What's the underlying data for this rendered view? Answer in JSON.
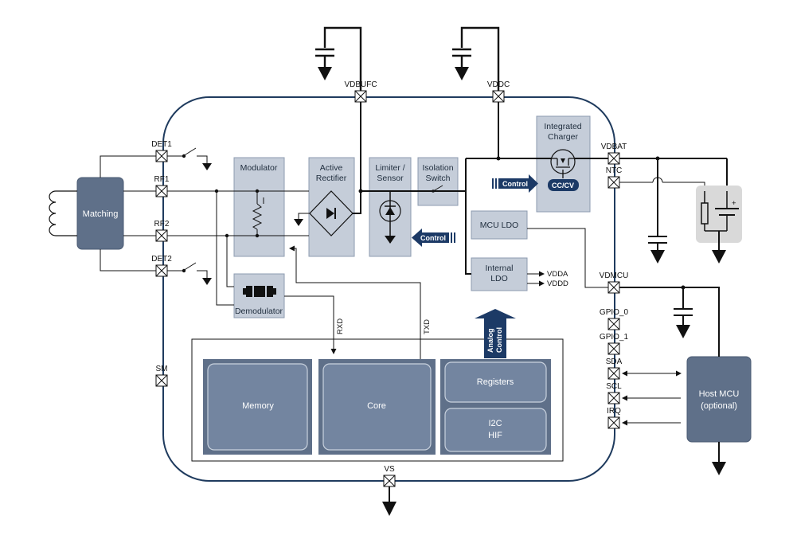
{
  "pins": {
    "vdbufc": "VDBUFC",
    "vddc": "VDDC",
    "det1": "DET1",
    "rf1": "RF1",
    "rf2": "RF2",
    "det2": "DET2",
    "sm": "SM",
    "vs": "VS",
    "vdbat": "VDBAT",
    "ntc": "NTC",
    "vdmcu": "VDMCU",
    "gpio0": "GPIO_0",
    "gpio1": "GPIO_1",
    "sda": "SDA",
    "scl": "SCL",
    "irq": "IRQ"
  },
  "blocks": {
    "matching": "Matching",
    "modulator": "Modulator",
    "rectifier_l1": "Active",
    "rectifier_l2": "Rectifier",
    "limiter_l1": "Limiter /",
    "limiter_l2": "Sensor",
    "isolation_l1": "Isolation",
    "isolation_l2": "Switch",
    "charger_l1": "Integrated",
    "charger_l2": "Charger",
    "cccv": "CC/CV",
    "mcu_ldo": "MCU LDO",
    "internal_ldo_l1": "Internal",
    "internal_ldo_l2": "LDO",
    "demodulator": "Demodulator",
    "memory": "Memory",
    "core": "Core",
    "registers": "Registers",
    "i2c_l1": "I2C",
    "i2c_l2": "HIF",
    "host_mcu_l1": "Host MCU",
    "host_mcu_l2": "(optional)"
  },
  "signals": {
    "control1": "Control",
    "control2": "Control",
    "vdda": "VDDA",
    "vddd": "VDDD",
    "rxd": "RXD",
    "txd": "TXD",
    "analog_l1": "Analog",
    "analog_l2": "Control",
    "battery_plus": "+"
  },
  "colors": {
    "block_fill": "#c5cdd9",
    "block_stroke": "#8d9bb0",
    "dark_block": "#5f7089",
    "arrow_navy": "#1c3a66",
    "outline_navy": "#1f3b5e"
  }
}
